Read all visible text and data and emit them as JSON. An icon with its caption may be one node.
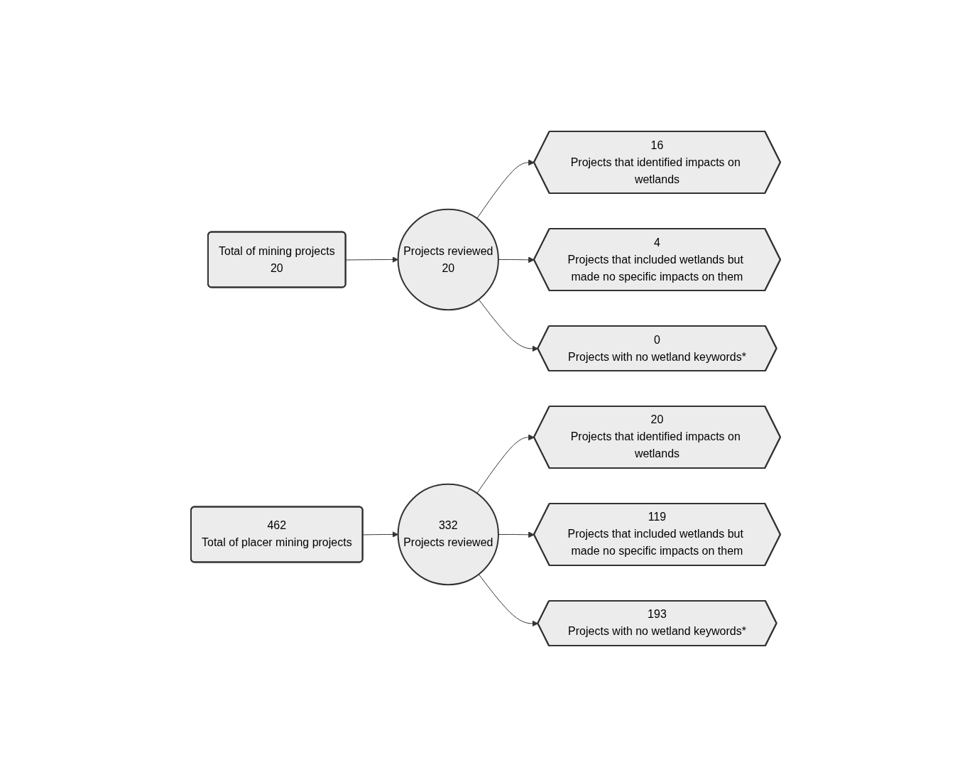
{
  "diagram": {
    "nodes": [
      {
        "text": [
          "Total of mining projects",
          "20"
        ]
      },
      {
        "text": [
          "Projects reviewed",
          "20"
        ]
      },
      {
        "text": [
          "16",
          "Projects that identified impacts on wetlands"
        ]
      },
      {
        "text": [
          "4",
          "Projects that included wetlands but made no specific impacts on them"
        ]
      },
      {
        "text": [
          "0",
          "Projects with no wetland keywords*"
        ]
      },
      {
        "text": [
          "462",
          "Total of placer mining projects"
        ]
      },
      {
        "text": [
          "332",
          "Projects reviewed"
        ]
      },
      {
        "text": [
          "20",
          "Projects that identified impacts on wetlands"
        ]
      },
      {
        "text": [
          "119",
          "Projects that included wetlands but made no specific impacts on them"
        ]
      },
      {
        "text": [
          "193",
          "Projects with no wetland keywords*"
        ]
      }
    ],
    "edges": [
      {
        "from": 0,
        "to": 1,
        "arrow": "to"
      },
      {
        "from": 1,
        "to": 2,
        "arrow": "to"
      },
      {
        "from": 1,
        "to": 3,
        "arrow": "to"
      },
      {
        "from": 1,
        "to": 4,
        "arrow": "to"
      },
      {
        "from": 5,
        "to": 6,
        "arrow": "to"
      },
      {
        "from": 6,
        "to": 7,
        "arrow": "to"
      },
      {
        "from": 6,
        "to": 8,
        "arrow": "to"
      },
      {
        "from": 6,
        "to": 9,
        "arrow": "to"
      }
    ]
  }
}
